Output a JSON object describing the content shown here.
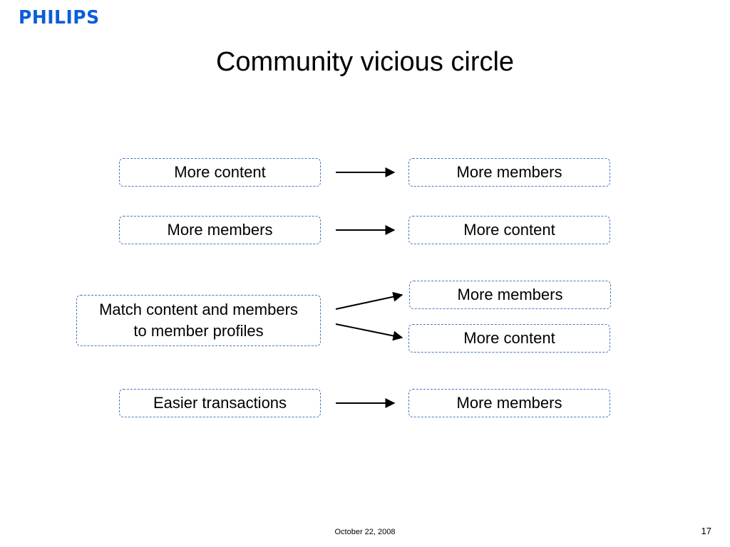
{
  "logo": {
    "text": "PHILIPS",
    "color": "#0b5ed7"
  },
  "title": "Community vicious circle",
  "rows": [
    {
      "cause": [
        "More content"
      ],
      "effects": [
        "More members"
      ]
    },
    {
      "cause": [
        "More members"
      ],
      "effects": [
        "More content"
      ]
    },
    {
      "cause": [
        "Match content and members",
        "to member profiles"
      ],
      "effects": [
        "More members",
        "More content"
      ]
    },
    {
      "cause": [
        "Easier transactions"
      ],
      "effects": [
        "More members"
      ]
    }
  ],
  "footer": {
    "date": "October 22, 2008",
    "page": "17"
  },
  "colors": {
    "box_border": "#4a78c2",
    "arrow": "#000000"
  }
}
